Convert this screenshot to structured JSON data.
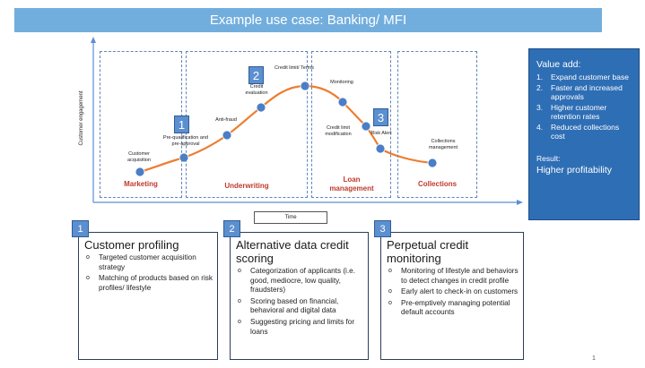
{
  "title": "Example use case: Banking/ MFI",
  "diagram": {
    "y_axis_label": "Customer engagement",
    "x_axis_label": "Time",
    "phases": [
      {
        "label": "Marketing"
      },
      {
        "label": "Underwriting"
      },
      {
        "label": "Loan management"
      },
      {
        "label": "Collections"
      }
    ],
    "points": [
      {
        "label": "Customer acquisition"
      },
      {
        "label": "Pre-qualification and pre-approval"
      },
      {
        "label": "Anti-fraud"
      },
      {
        "label": "Credit evaluation"
      },
      {
        "label": "Credit limit/ Terms"
      },
      {
        "label": "Monitoring"
      },
      {
        "label": "Credit limit modification"
      },
      {
        "label": "Risk Alert"
      },
      {
        "label": "Collections management"
      }
    ],
    "badges": [
      "1",
      "2",
      "3"
    ],
    "colors": {
      "curve": "#ed7d31",
      "point": "#4a7ec7",
      "phase_label": "#c0392b",
      "axis": "#5b8fd0"
    }
  },
  "value_add": {
    "title": "Value add:",
    "items": [
      {
        "num": "1.",
        "text": "Expand customer base"
      },
      {
        "num": "2.",
        "text": "Faster and increased approvals"
      },
      {
        "num": "3.",
        "text": "Higher customer retention rates"
      },
      {
        "num": "4.",
        "text": "Reduced collections cost"
      }
    ],
    "result_label": "Result:",
    "result_text": "Higher profitability"
  },
  "cards": [
    {
      "num": "1",
      "title": "Customer profiling",
      "bullets": [
        "Targeted customer acquisition strategy",
        "Matching of products based on risk profiles/ lifestyle"
      ]
    },
    {
      "num": "2",
      "title": "Alternative data credit scoring",
      "bullets": [
        "Categorization of applicants (i.e. good, mediocre, low quality, fraudsters)",
        "Scoring based on financial, behavioral and digital data",
        "Suggesting pricing and limits for loans"
      ]
    },
    {
      "num": "3",
      "title": "Perpetual credit monitoring",
      "bullets": [
        "Monitoring of lifestyle and behaviors to detect changes in credit profile",
        "Early alert to check-in on customers",
        "Pre-emptively managing potential default accounts"
      ]
    }
  ],
  "bullet_glyph": "o",
  "page_number": "1"
}
